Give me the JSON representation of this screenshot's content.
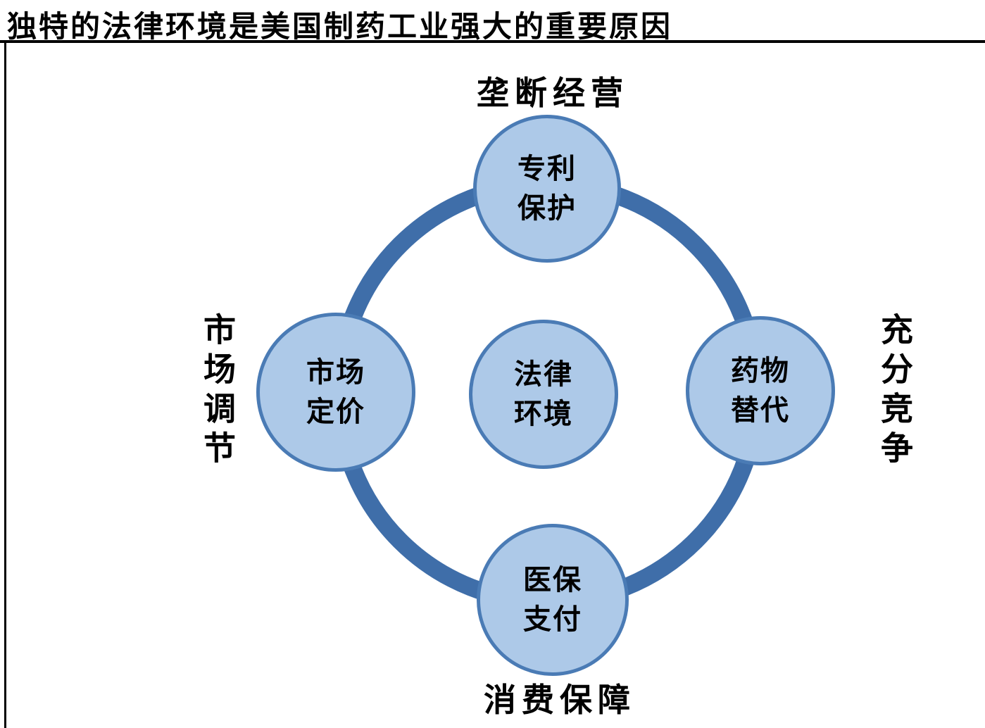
{
  "title": "独特的法律环境是美国制药工业强大的重要原因",
  "colors": {
    "node_fill": "#adc9e8",
    "node_border": "#4a7bb5",
    "ring": "#3f6ea9",
    "text": "#000000",
    "rule": "#000000"
  },
  "diagram": {
    "nodes": {
      "center": "法律\n环境",
      "top": "专利\n保护",
      "left": "市场\n定价",
      "right": "药物\n替代",
      "bottom": "医保\n支付"
    },
    "outer_labels": {
      "top": "垄断经营",
      "bottom": "消费保障",
      "left": "市场调节",
      "right": "充分竞争"
    }
  }
}
